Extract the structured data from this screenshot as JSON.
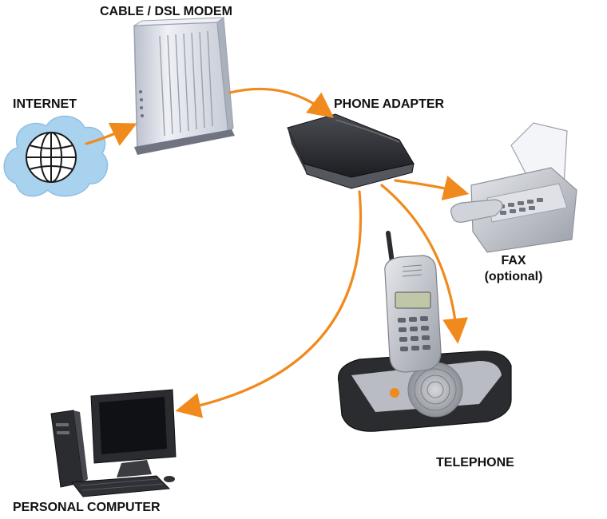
{
  "labels": {
    "internet": "INTERNET",
    "modem": "CABLE / DSL MODEM",
    "adapter": "PHONE ADAPTER",
    "fax": "FAX",
    "fax_note": "(optional)",
    "telephone": "TELEPHONE",
    "computer": "PERSONAL COMPUTER"
  },
  "colors": {
    "arrow": "#f08a1d",
    "cloud": "#a9d2ef",
    "modem_body": "#d9dde6",
    "adapter_body": "#2b2c31",
    "device_silver": "#c3c6cc",
    "device_dark": "#2a2c30"
  },
  "icons": {
    "internet": "globe-cloud-icon",
    "modem": "modem-icon",
    "adapter": "phone-adapter-icon",
    "fax": "fax-machine-icon",
    "telephone": "cordless-phone-icon",
    "computer": "desktop-computer-icon"
  }
}
